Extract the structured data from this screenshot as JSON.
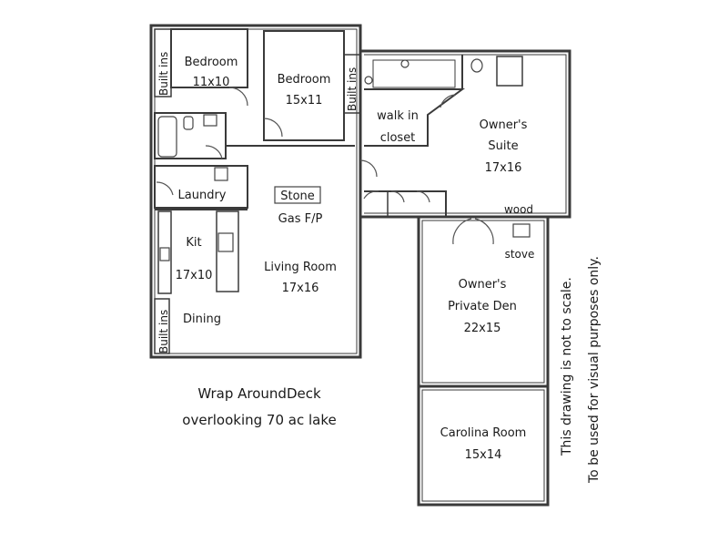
{
  "rooms": {
    "bedroom1": {
      "name": "Bedroom",
      "dims": "11x10"
    },
    "bedroom2": {
      "name": "Bedroom",
      "dims": "15x11"
    },
    "walk_in_closet": {
      "line1": "walk in",
      "line2": "closet"
    },
    "owners_suite": {
      "line1": "Owner's",
      "line2": "Suite",
      "dims": "17x16"
    },
    "fireplace": {
      "box": "Stone",
      "label": "Gas F/P"
    },
    "laundry": {
      "name": "Laundry"
    },
    "kitchen": {
      "name": "Kit",
      "dims": "17x10"
    },
    "dining": {
      "name": "Dining"
    },
    "living_room": {
      "name": "Living Room",
      "dims": "17x16"
    },
    "wood_stove": {
      "line1": "wood",
      "line2": "stove"
    },
    "owners_private_den": {
      "line1": "Owner's",
      "line2": "Private Den",
      "dims": "22x15"
    },
    "carolina_room": {
      "name": "Carolina Room",
      "dims": "15x14"
    }
  },
  "built_ins": {
    "left_upper": "Built ins",
    "middle": "Built ins",
    "left_lower": "Built ins"
  },
  "deck": {
    "line1": "Wrap AroundDeck",
    "line2": "overlooking 70 ac lake"
  },
  "disclaimer": {
    "line1": "This drawing is not to scale.",
    "line2": "To be used for visual purposes only."
  }
}
